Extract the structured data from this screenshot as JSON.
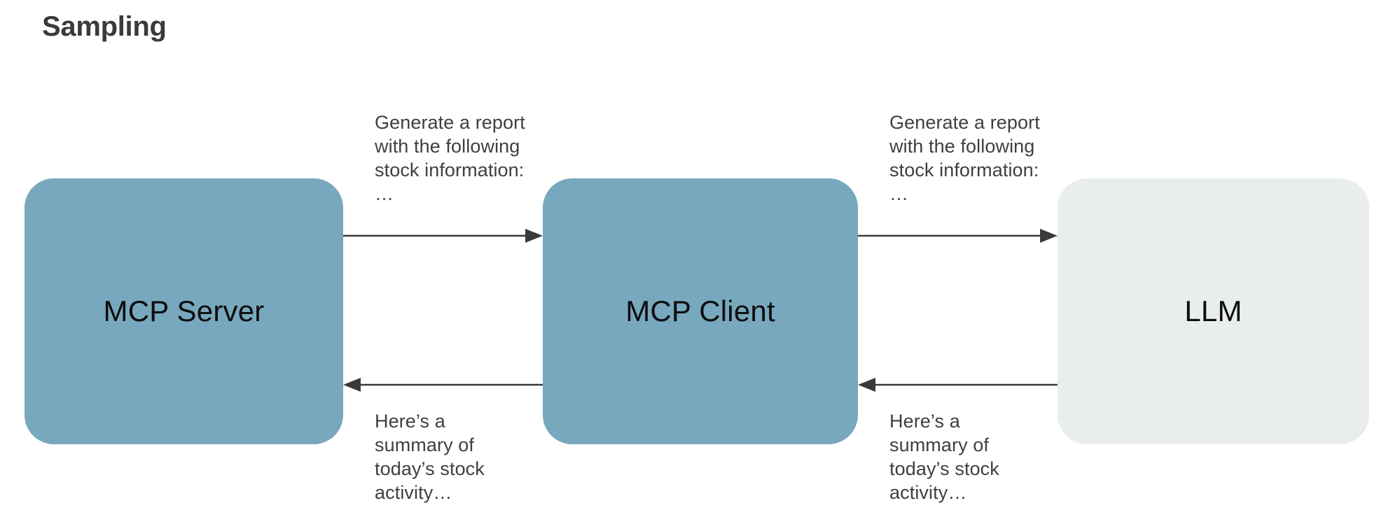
{
  "title": "Sampling",
  "theme": {
    "background": "#ffffff",
    "title_color": "#3a3a3a",
    "node_blue": "#78a8bd",
    "node_gray": "#e9edee",
    "node_text": "#0d0d0d",
    "label_text": "#3f3f3f",
    "arrow_color": "#3a3a3a"
  },
  "nodes": [
    {
      "id": "mcp-server",
      "label": "MCP Server",
      "fill": "#78a8bd"
    },
    {
      "id": "mcp-client",
      "label": "MCP Client",
      "fill": "#78a8bd"
    },
    {
      "id": "llm",
      "label": "LLM",
      "fill": "#e9edee"
    }
  ],
  "edges": [
    {
      "id": "server-to-client",
      "from": "mcp-server",
      "to": "mcp-client",
      "direction": "right",
      "label": "Generate a report with the following stock information: …"
    },
    {
      "id": "client-to-llm",
      "from": "mcp-client",
      "to": "llm",
      "direction": "right",
      "label": "Generate a report with the following stock information: …"
    },
    {
      "id": "client-to-server",
      "from": "mcp-client",
      "to": "mcp-server",
      "direction": "left",
      "label": "Here’s a summary of today’s stock activity…"
    },
    {
      "id": "llm-to-client",
      "from": "llm",
      "to": "mcp-client",
      "direction": "left",
      "label": "Here’s a summary of today’s stock activity…"
    }
  ]
}
